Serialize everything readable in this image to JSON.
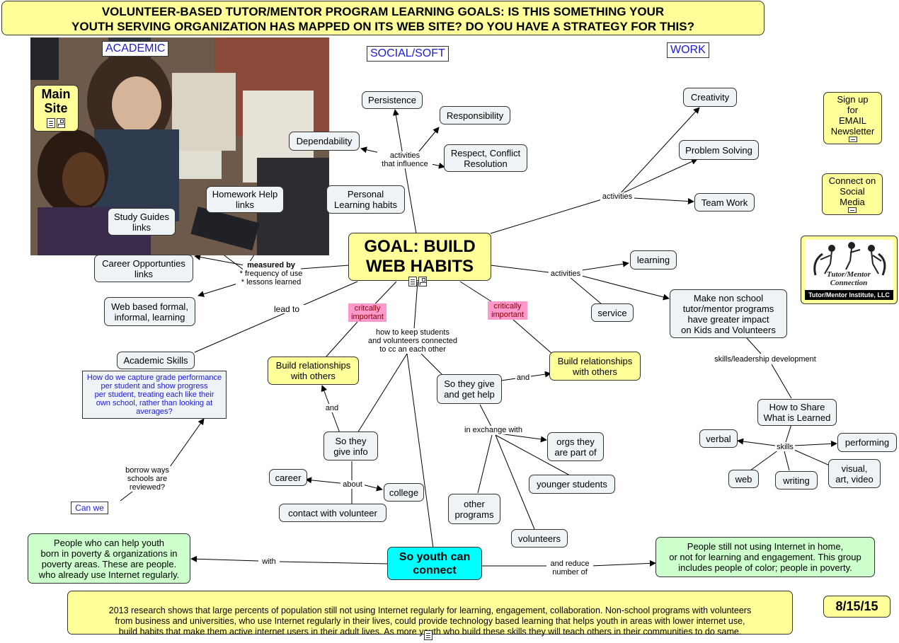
{
  "header": {
    "line1": "VOLUNTEER-BASED TUTOR/MENTOR PROGRAM LEARNING GOALS: IS THIS SOMETHING YOUR",
    "line2": "YOUTH SERVING ORGANIZATION HAS MAPPED ON ITS WEB SITE? DO YOU HAVE A STRATEGY FOR THIS?"
  },
  "categories": {
    "academic": "ACADEMIC",
    "social": "SOCIAL/SOFT",
    "work": "WORK"
  },
  "main_site": "Main\nSite",
  "goal": "GOAL: BUILD\nWEB HABITS",
  "connect": "So youth can\nconnect",
  "sidebar": {
    "newsletter": "Sign up\nfor\nEMAIL\nNewsletter",
    "social_media": "Connect on\nSocial\nMedia",
    "logo_line1": "Tutor/Mentor",
    "logo_line2": "Connection",
    "logo_caption": "Tutor/Mentor Institute, LLC"
  },
  "date": "8/15/15",
  "footer": "2013 research shows that large percents of population still not using Internet regularly for learning, engagement, collaboration.  Non-school programs with volunteers\nfrom business and universities, who use Internet regularly in their lives, could provide technology based learning that helps youth in areas with lower internet use,\nbuild habits that make them active internet users in their adult lives.  As more youth who build these skills they will teach others in their communities to do same.",
  "nodes": {
    "persistence": "Persistence",
    "responsibility": "Responsibility",
    "dependability": "Dependability",
    "respect": "Respect, Conflict\nResolution",
    "personal_habits": "Personal\nLearning habits",
    "homework_help": "Homework Help\nlinks",
    "study_guides": "Study Guides\nlinks",
    "career_links": "Career Opportunties\nlinks",
    "web_based": "Web based formal,\ninformal, learning",
    "academic_skills": "Academic Skills",
    "grade_question": "How do we capture grade performance\nper student and show progress\nper student, treating each like their\nown school, rather than looking at\naverages?",
    "can_we": "Can we",
    "build_rel_left": "Build relationships\nwith others",
    "build_rel_right": "Build relationships\nwith others",
    "so_they_give_get": "So they give\nand get help",
    "so_they_give_info": "So they\ngive info",
    "career": "career",
    "college": "college",
    "contact_volunteer": "contact with volunteer",
    "orgs": "orgs they\nare part of",
    "younger": "younger students",
    "other_programs": "other\nprograms",
    "volunteers": "volunteers",
    "creativity": "Creativity",
    "problem_solving": "Problem Solving",
    "team_work": "Team Work",
    "learning": "learning",
    "service": "service",
    "make_non_school": "Make non school\ntutor/mentor programs\nhave greater impact\non Kids and Volunteers",
    "how_to_share": "How to Share\nWhat is Learned",
    "verbal": "verbal",
    "performing": "performing",
    "web": "web",
    "writing": "writing",
    "visual": "visual,\nart, video",
    "people_help": "People who can help youth\nborn in poverty & organizations in\npoverty areas. These are people.\nwho already use Internet regularly.",
    "people_not": "People still not using Internet in home,\nor not for learning and engagement. This group\nincludes people of color; people in poverty."
  },
  "labels": {
    "activities_influence": "activities\nthat influence",
    "measured_by": "measured by",
    "measured_detail": "* frequency of use\n* lessons learned",
    "lead_to": "lead to",
    "critical_left": "critcally\nimportant",
    "critical_right": "critically\nimportant",
    "keep_connected": "how to keep students\nand volunteers connected\nto cc an each other",
    "and_left": "and",
    "and_right": "and",
    "about": "about",
    "in_exchange": "in exchange with",
    "activities_work": "activities",
    "activities_right": "activities",
    "skills_leadership": "skills/leadership development",
    "skills": "skills",
    "borrow": "borrow ways\nschools are\nreviewed?",
    "with": "with",
    "and_reduce": "and reduce\nnumber of"
  },
  "colors": {
    "node_gray": "#eef3f6",
    "node_yellow": "#ffff99",
    "node_green": "#ccffcc",
    "node_cyan": "#00ffff",
    "critical_pink": "#ff99cc",
    "category_text": "#1a1adb"
  }
}
